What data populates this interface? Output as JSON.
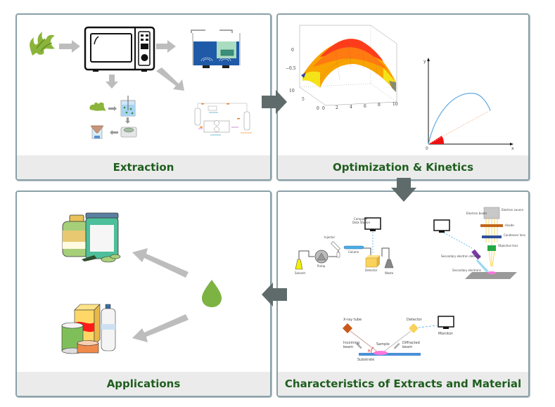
{
  "panels": {
    "extraction": {
      "title": "Extraction"
    },
    "optimization": {
      "title": "Optimization & Kinetics",
      "surface_plot": {
        "z_ticks": [
          "0",
          "−0.5"
        ],
        "x_ticks": [
          "0",
          "2",
          "4",
          "6",
          "8",
          "10"
        ],
        "y_ticks": [
          "0",
          "5",
          "10"
        ]
      },
      "trajectory_plot": {
        "x_label": "x",
        "y_label": "y",
        "origin_label": "0"
      }
    },
    "applications": {
      "title": "Applications"
    },
    "characteristics": {
      "title": "Characteristics of Extracts and Material",
      "hplc": {
        "labels": {
          "computer": "Computer",
          "data_station": "Data Station",
          "injector": "Injector",
          "column": "Column",
          "pump": "Pump",
          "solvent": "Solvent",
          "detector": "Detector",
          "waste": "Waste"
        }
      },
      "sem": {
        "labels": {
          "electron_source": "Electron source",
          "electron_beam": "Electron beam",
          "anode": "Anode",
          "condenser_lens": "Condenser lens",
          "objective_lens": "Objective lens",
          "secondary_detector": "Secondary electron detector",
          "secondary_electrons": "Secondary electrons"
        }
      },
      "xrd": {
        "labels": {
          "xray_tube": "X-ray tube",
          "detector": "Detector",
          "monitor": "Monitor",
          "incoming_beam_1": "Incoming",
          "incoming_beam_2": "beam",
          "sample": "Sample",
          "diffracted_beam_1": "Diffracted",
          "diffracted_beam_2": "beam",
          "substrate": "Substrate",
          "theta": "θ"
        }
      }
    }
  },
  "colors": {
    "title_green": "#1f5e1f",
    "panel_border": "#8aa0a8",
    "flow_arrow": "#5f6b6b",
    "inner_arrow": "#bdbdbd",
    "drop_green": "#7cb342"
  }
}
